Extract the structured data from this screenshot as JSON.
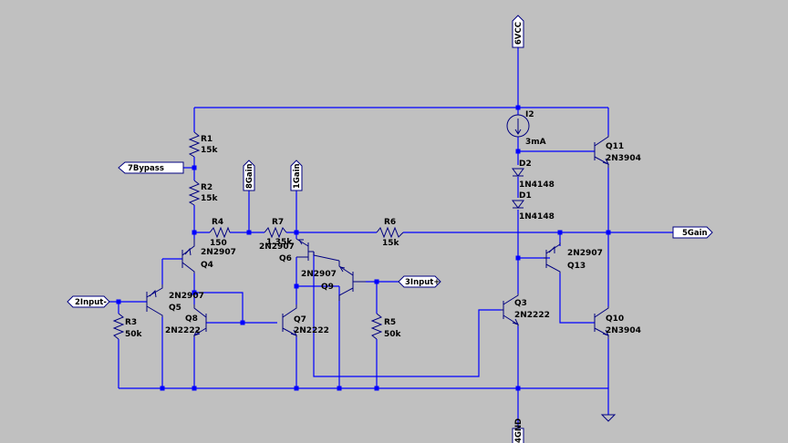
{
  "ports": {
    "vcc": "6VCC",
    "bypass": "7Bypass",
    "gain8": "8Gain",
    "gain1": "1Gain",
    "gain5": "5Gain",
    "input_minus": "2Input-",
    "input_plus": "3Input+",
    "gnd": "4GND"
  },
  "current_source": {
    "ref": "I2",
    "value": "3mA"
  },
  "resistors": [
    {
      "ref": "R1",
      "value": "15k"
    },
    {
      "ref": "R2",
      "value": "15k"
    },
    {
      "ref": "R4",
      "value": "150"
    },
    {
      "ref": "R7",
      "value": "1.35k"
    },
    {
      "ref": "R6",
      "value": "15k"
    },
    {
      "ref": "R3",
      "value": "50k"
    },
    {
      "ref": "R5",
      "value": "50k"
    }
  ],
  "diodes": [
    {
      "ref": "D2",
      "value": "1N4148"
    },
    {
      "ref": "D1",
      "value": "1N4148"
    }
  ],
  "transistors": [
    {
      "ref": "Q4",
      "value": "2N2907"
    },
    {
      "ref": "Q5",
      "value": "2N2907"
    },
    {
      "ref": "Q8",
      "value": "2N2222"
    },
    {
      "ref": "Q7",
      "value": "2N2222"
    },
    {
      "ref": "Q6",
      "value": "2N2907"
    },
    {
      "ref": "Q9",
      "value": "2N2907"
    },
    {
      "ref": "Q3",
      "value": "2N2222"
    },
    {
      "ref": "Q13",
      "value": "2N2907"
    },
    {
      "ref": "Q11",
      "value": "2N3904"
    },
    {
      "ref": "Q10",
      "value": "2N3904"
    }
  ]
}
